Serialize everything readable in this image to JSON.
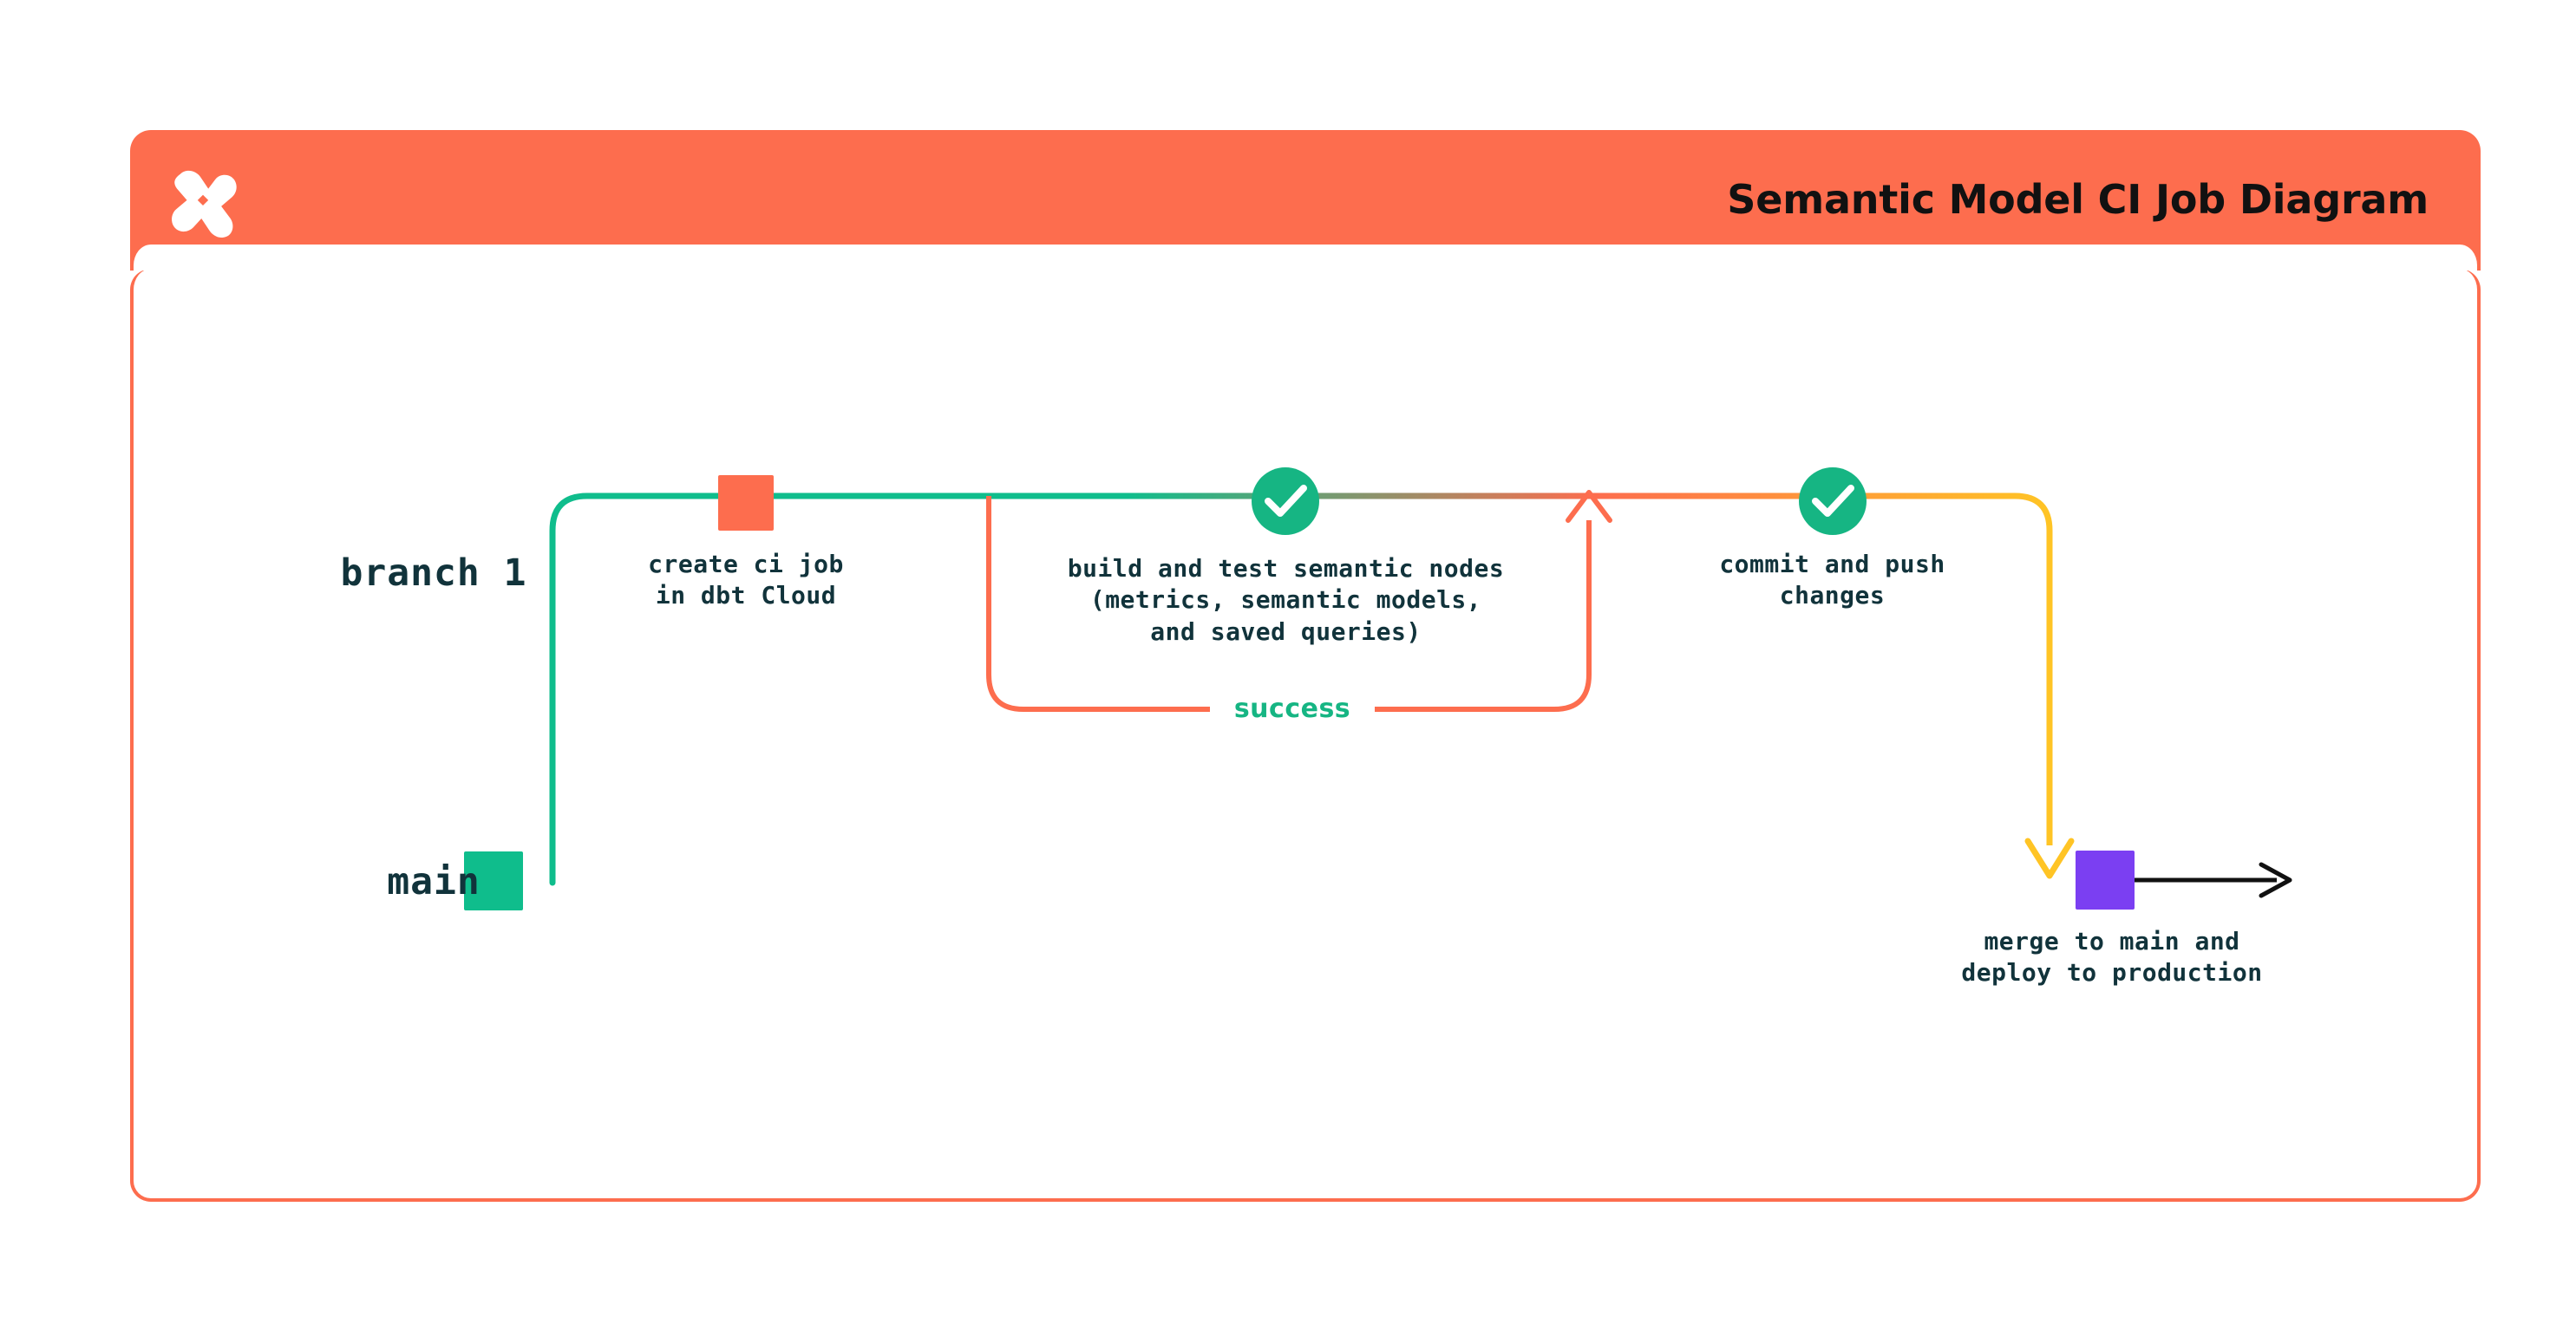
{
  "card": {
    "header": {
      "title": "Semantic Model CI Job Diagram",
      "logo_icon": "dbt-x-logo-icon",
      "bg_color": "#FD6D4E",
      "title_color": "#111111"
    },
    "border_color": "#FD6D4E",
    "background": "#FFFFFF"
  },
  "diagram": {
    "type": "git-branch-flow",
    "branches": [
      {
        "id": "branch-1",
        "label": "branch 1",
        "color": "#FF6A4A",
        "label_color": "#11333B"
      },
      {
        "id": "main",
        "label": "main",
        "color": "#0FBD8C",
        "label_color": "#11333B"
      }
    ],
    "nodes": [
      {
        "id": "create-ci-job",
        "shape": "square",
        "color": "#FD6D4E",
        "branch": "branch-1",
        "caption": "create ci job\nin dbt Cloud"
      },
      {
        "id": "build-and-test",
        "shape": "check-circle",
        "color": "#16B583",
        "branch": "branch-1",
        "icon": "check-icon",
        "caption": "build and test semantic nodes\n(metrics, semantic models,\nand saved queries)"
      },
      {
        "id": "commit-and-push",
        "shape": "check-circle",
        "color": "#16B583",
        "branch": "branch-1",
        "icon": "check-icon",
        "caption": "commit and push\nchanges"
      },
      {
        "id": "merge-to-main",
        "shape": "square",
        "color": "#7B3FF2",
        "branch": "main",
        "caption": "merge to main and\ndeploy to production"
      },
      {
        "id": "main-start",
        "shape": "square",
        "color": "#0FBD8C",
        "branch": "main",
        "caption": ""
      }
    ],
    "edges": [
      {
        "id": "success-loop",
        "from": "build-and-test",
        "to": "build-and-test",
        "label": "success",
        "label_color": "#16B583",
        "color": "#FD6D4E",
        "arrow": "up"
      },
      {
        "id": "merge-edge",
        "from": "commit-and-push",
        "to": "merge-to-main",
        "color": "#FFC425",
        "arrow": "down"
      },
      {
        "id": "main-continue",
        "from": "merge-to-main",
        "to": "",
        "color": "#111111",
        "arrow": "right"
      }
    ],
    "colors": {
      "orange": "#FD6D4E",
      "green": "#0FBD8C",
      "check_green": "#16B583",
      "yellow": "#FFC425",
      "purple": "#7B3FF2",
      "navy": "#11333B",
      "black": "#111111"
    }
  }
}
